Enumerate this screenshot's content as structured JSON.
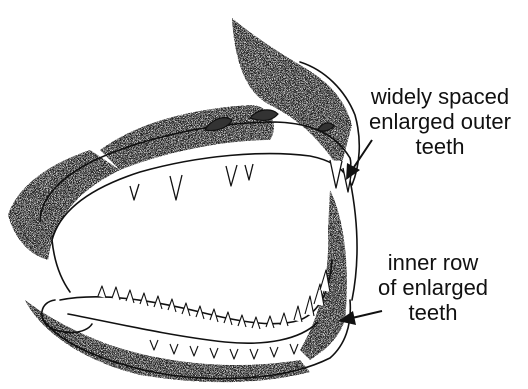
{
  "labels": {
    "outer_teeth": [
      "widely spaced",
      "enlarged outer",
      "teeth"
    ],
    "inner_teeth": [
      "inner row",
      "of enlarged",
      "teeth"
    ]
  },
  "colors": {
    "ink": "#111111",
    "background": "#ffffff"
  }
}
